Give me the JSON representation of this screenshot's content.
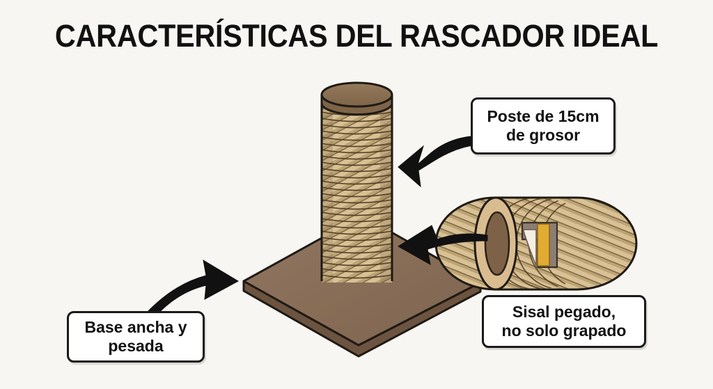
{
  "page": {
    "title": "CARACTERÍSTICAS DEL RASCADOR IDEAL",
    "background_color": "#f7f6f2",
    "ink_color": "#1a1a1a"
  },
  "callouts": [
    {
      "id": "poste",
      "line1": "Poste de 15cm",
      "line2": "de grosor",
      "points_to": "scratching-post-column"
    },
    {
      "id": "sisal",
      "line1": "Sisal pegado,",
      "line2": "no solo grapado",
      "points_to": "sisal-rope-detail"
    },
    {
      "id": "base",
      "line1": "Base ancha y",
      "line2": "pesada",
      "points_to": "wooden-base-slab"
    }
  ],
  "illustration": {
    "post": {
      "label": "scratching-post-column",
      "cap_color": "#8a6f52",
      "rope_color": "#d9c195",
      "rope_shadow_color": "#6d5535",
      "outline_color": "#1f1a14",
      "coil_count": 30
    },
    "base": {
      "label": "wooden-base-slab",
      "top_color": "#8a7058",
      "side_color": "#6d5440",
      "outline_color": "#1f1a14"
    },
    "rope_detail": {
      "label": "sisal-rope-detail",
      "rope_color": "#d9c195",
      "core_color": "#7d6247",
      "ring_color": "#d9bc90",
      "glue_color": "#e2ac33",
      "peel_color": "#f4efe2",
      "cut_frame_color": "#8d7d72"
    },
    "arrows": [
      {
        "name": "arrow-to-post",
        "direction": "left"
      },
      {
        "name": "arrow-to-rope-joint",
        "direction": "left"
      },
      {
        "name": "arrow-to-base",
        "direction": "right"
      }
    ]
  },
  "icons": {
    "arrow_glyph": "arrow-icon"
  }
}
